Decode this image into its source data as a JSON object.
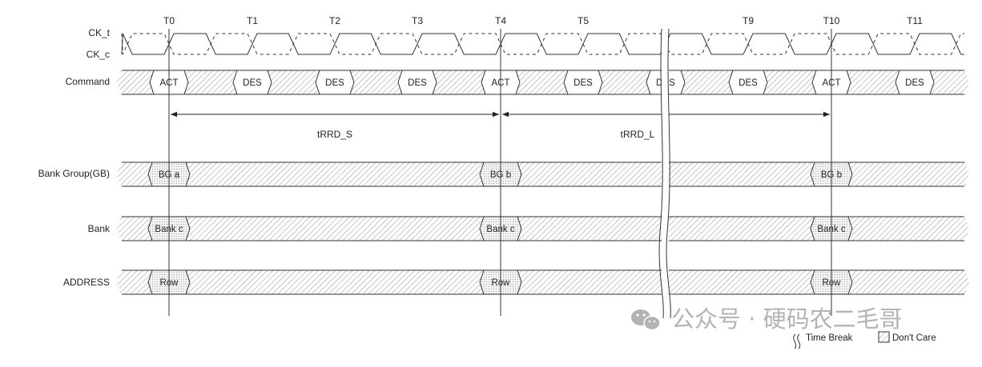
{
  "signals": {
    "ck_t": "CK_t",
    "ck_c": "CK_c",
    "command": "Command",
    "bank_group": "Bank Group(GB)",
    "bank": "Bank",
    "address": "ADDRESS"
  },
  "ticks": [
    "T0",
    "T1",
    "T2",
    "T3",
    "T4",
    "T5",
    "T9",
    "T10",
    "T11"
  ],
  "command_cells": [
    "ACT",
    "DES",
    "DES",
    "DES",
    "ACT",
    "DES",
    "DES",
    "DES",
    "ACT",
    "DES"
  ],
  "bank_group_cells": [
    "BG a",
    "BG b",
    "BG b"
  ],
  "bank_cells": [
    "Bank c",
    "Bank c",
    "Bank c"
  ],
  "address_cells": [
    "Row",
    "Row",
    "Row"
  ],
  "timing": {
    "left": "tRRD_S",
    "right": "tRRD_L"
  },
  "watermark": {
    "text": "公众号 · 硬码农二毛哥",
    "icon": "wechat-icon"
  },
  "legend": {
    "time_break": "Time Break",
    "dont_care": "Don't Care",
    "time_break_icon": "time-break-icon",
    "dont_care_icon": "hatch-swatch-icon"
  },
  "colors": {
    "line": "#333333",
    "hatch": "#9a9a9a",
    "dots": "#8a8a8a",
    "watermark": "#b3b3b3"
  }
}
